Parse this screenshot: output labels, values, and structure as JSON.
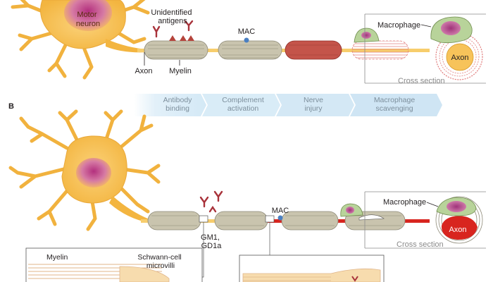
{
  "panel_b_label": "B",
  "panel_a": {
    "motor_neuron": "Motor\nneuron",
    "unidentified_antigens": "Unidentified\nantigens",
    "mac": "MAC",
    "axon": "Axon",
    "myelin": "Myelin",
    "macrophage": "Macrophage",
    "cross_axon": "Axon",
    "cross_section": "Cross section"
  },
  "steps": [
    {
      "label": "Antibody\nbinding"
    },
    {
      "label": "Complement\nactivation"
    },
    {
      "label": "Nerve\ninjury"
    },
    {
      "label": "Macrophage\nscavenging"
    }
  ],
  "panel_b": {
    "mac": "MAC",
    "gm1": "GM1,\nGD1a",
    "macrophage": "Macrophage",
    "cross_axon": "Axon",
    "cross_section": "Cross section",
    "myelin": "Myelin",
    "schwann": "Schwann-cell\nmicrovilli"
  },
  "colors": {
    "neuron": "#f7c35a",
    "nucleus": "#c0609a",
    "myelin": "#c8c3b0",
    "damaged": "#c4544a",
    "antibody": "#a8323a",
    "axon_red": "#d8251f",
    "macrophage": "#b8d39a",
    "steps": "#d9ecf7"
  }
}
